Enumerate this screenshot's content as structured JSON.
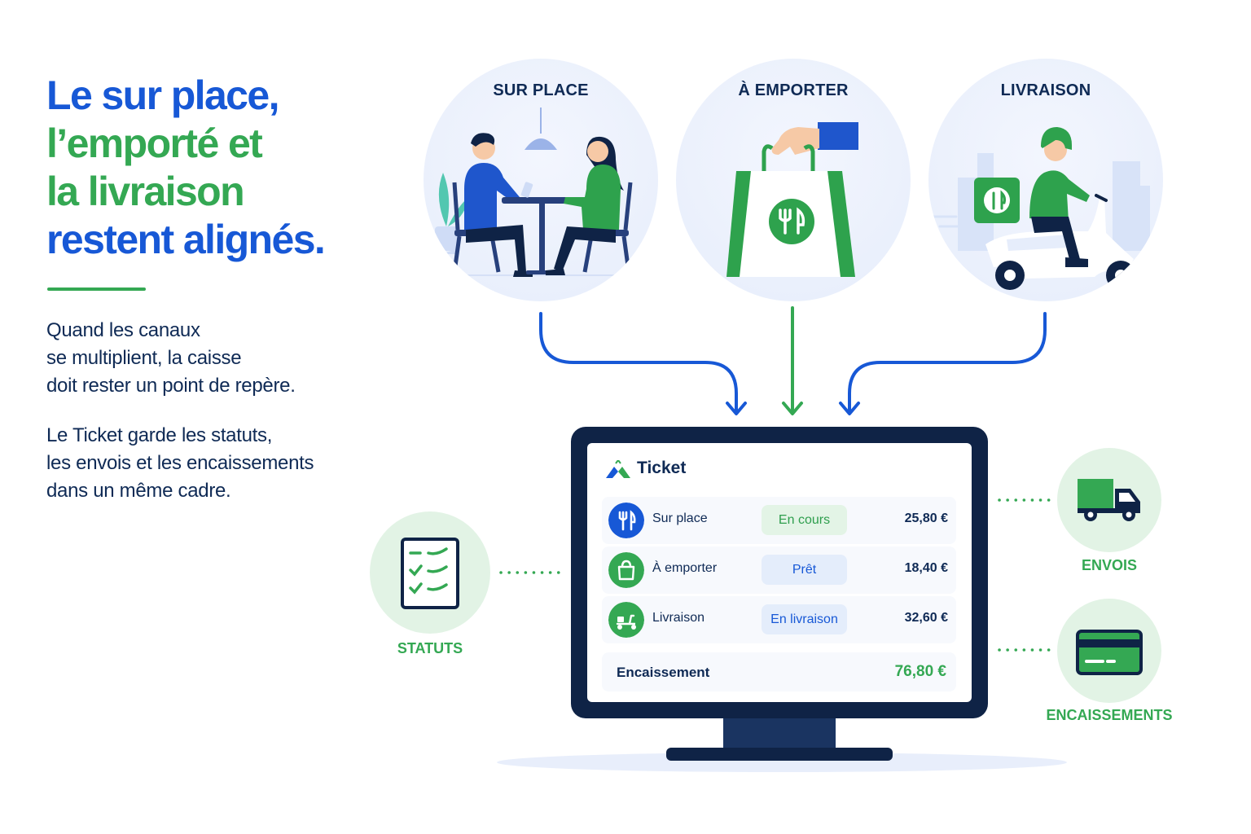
{
  "headline": {
    "line1": "Le sur place,",
    "line2": "l’emporté et",
    "line3": "la livraison",
    "line4": "restent alignés."
  },
  "intro": {
    "p1": [
      "Quand les canaux",
      "se multiplient, la caisse",
      "doit rester un point de repère."
    ],
    "p2": [
      "Le Ticket garde les statuts,",
      "les envois et les encaissements",
      "dans un même cadre."
    ]
  },
  "channels": [
    {
      "title": "SUR PLACE",
      "illustration": "dining-table-icon"
    },
    {
      "title": "À EMPORTER",
      "illustration": "takeaway-bag-icon"
    },
    {
      "title": "LIVRAISON",
      "illustration": "delivery-scooter-icon"
    }
  ],
  "ticket": {
    "title": "Ticket",
    "rows": [
      {
        "label": "Sur place",
        "status": "En cours",
        "amount": "25,80 €",
        "icon": "fork-knife-icon",
        "status_color": "green"
      },
      {
        "label": "À emporter",
        "status": "Prêt",
        "amount": "18,40 €",
        "icon": "bag-icon",
        "status_color": "blue"
      },
      {
        "label": "Livraison",
        "status": "En livraison",
        "amount": "32,60 €",
        "icon": "scooter-icon",
        "status_color": "blue"
      }
    ],
    "total_label": "Encaissement",
    "total_amount": "76,80 €"
  },
  "features": {
    "statuts": "STATUTS",
    "envois": "ENVOIS",
    "encaissements": "ENCAISSEMENTS"
  },
  "colors": {
    "blue": "#1758d6",
    "green": "#34a853",
    "navy": "#0f2346",
    "light_green": "#e2f3e5",
    "light_blue": "#e6edfb"
  }
}
